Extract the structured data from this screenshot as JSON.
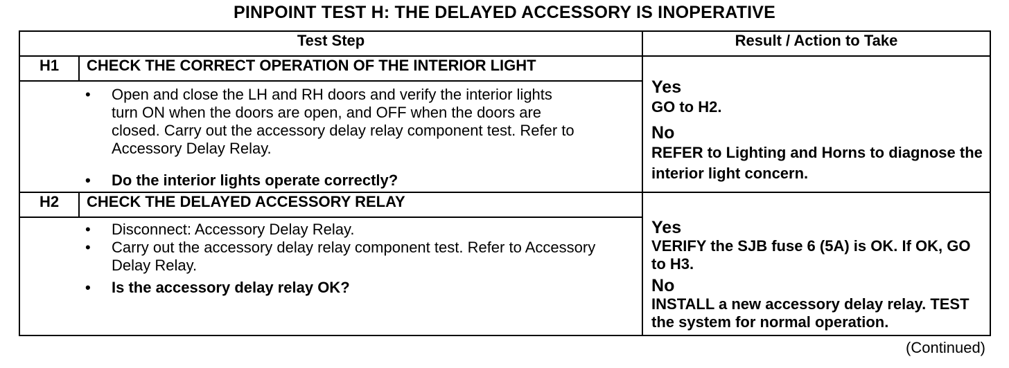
{
  "title": "PINPOINT TEST H: THE DELAYED ACCESSORY IS INOPERATIVE",
  "headers": {
    "step": "Test Step",
    "result": "Result / Action to Take"
  },
  "steps": [
    {
      "id": "H1",
      "title": "CHECK THE CORRECT OPERATION OF THE INTERIOR LIGHT",
      "bullets": [
        "Open and close the LH and RH doors and verify the interior lights turn ON when the doors are open, and OFF when the doors are closed. Carry out the accessory delay relay component test. Refer to Accessory Delay Relay."
      ],
      "question": "Do the interior lights operate correctly?",
      "yes_label": "Yes",
      "yes_text": "GO to ",
      "yes_ref": "H2",
      "yes_end": ".",
      "no_label": "No",
      "no_text": "REFER to Lighting and Horns to diagnose the interior light concern."
    },
    {
      "id": "H2",
      "title": "CHECK THE DELAYED ACCESSORY RELAY",
      "bullets": [
        "Disconnect: Accessory Delay Relay.",
        "Carry out the accessory delay relay component test. Refer to Accessory Delay Relay."
      ],
      "question": "Is the accessory delay relay OK?",
      "yes_label": "Yes",
      "yes_text": "VERIFY the SJB fuse 6 (5A) is OK. If OK, GO to ",
      "yes_ref": "H3",
      "yes_end": ".",
      "no_label": "No",
      "no_text": "INSTALL a new accessory delay relay. TEST the system for normal operation."
    }
  ],
  "footer": "(Continued)"
}
